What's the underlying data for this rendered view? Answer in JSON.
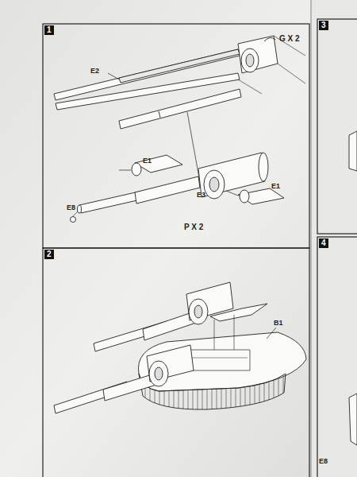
{
  "diagram": {
    "nodes": [
      {
        "text": [
          "1"
        ]
      },
      {
        "text": [
          "2"
        ]
      },
      {
        "text": [
          "3"
        ]
      },
      {
        "text": [
          "4"
        ]
      }
    ],
    "labels": [
      "G X 2",
      "E2",
      "E3",
      "E1",
      "E1",
      "E8",
      "P X 2",
      "B1",
      "E8"
    ]
  }
}
